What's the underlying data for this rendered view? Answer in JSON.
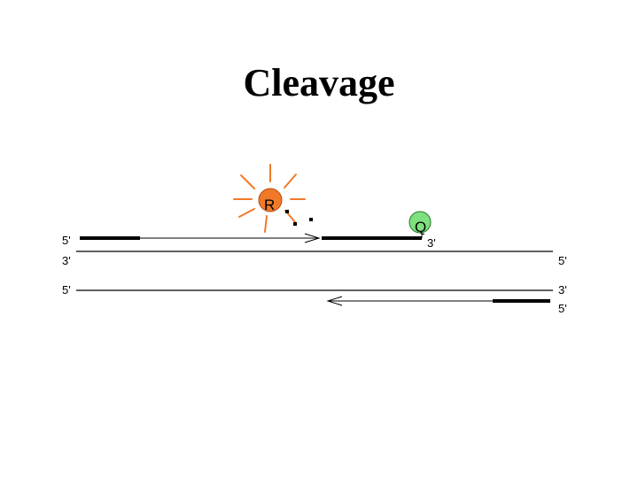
{
  "title": "Cleavage",
  "strand_labels": {
    "top_left_5": "5'",
    "top_left_3": "3'",
    "probe_3": "3'",
    "top_right_5": "5'",
    "bottom_left_5": "5'",
    "bottom_right_3": "3'",
    "bottom_right_5": "5'"
  },
  "reporter": {
    "label": "R",
    "color": "#f07a2a",
    "ray_color": "#f07a2a",
    "state": "fluorescing"
  },
  "quencher": {
    "label": "Q",
    "color": "#7ee07e"
  },
  "colors": {
    "dna": "#000000",
    "background": "#ffffff"
  }
}
